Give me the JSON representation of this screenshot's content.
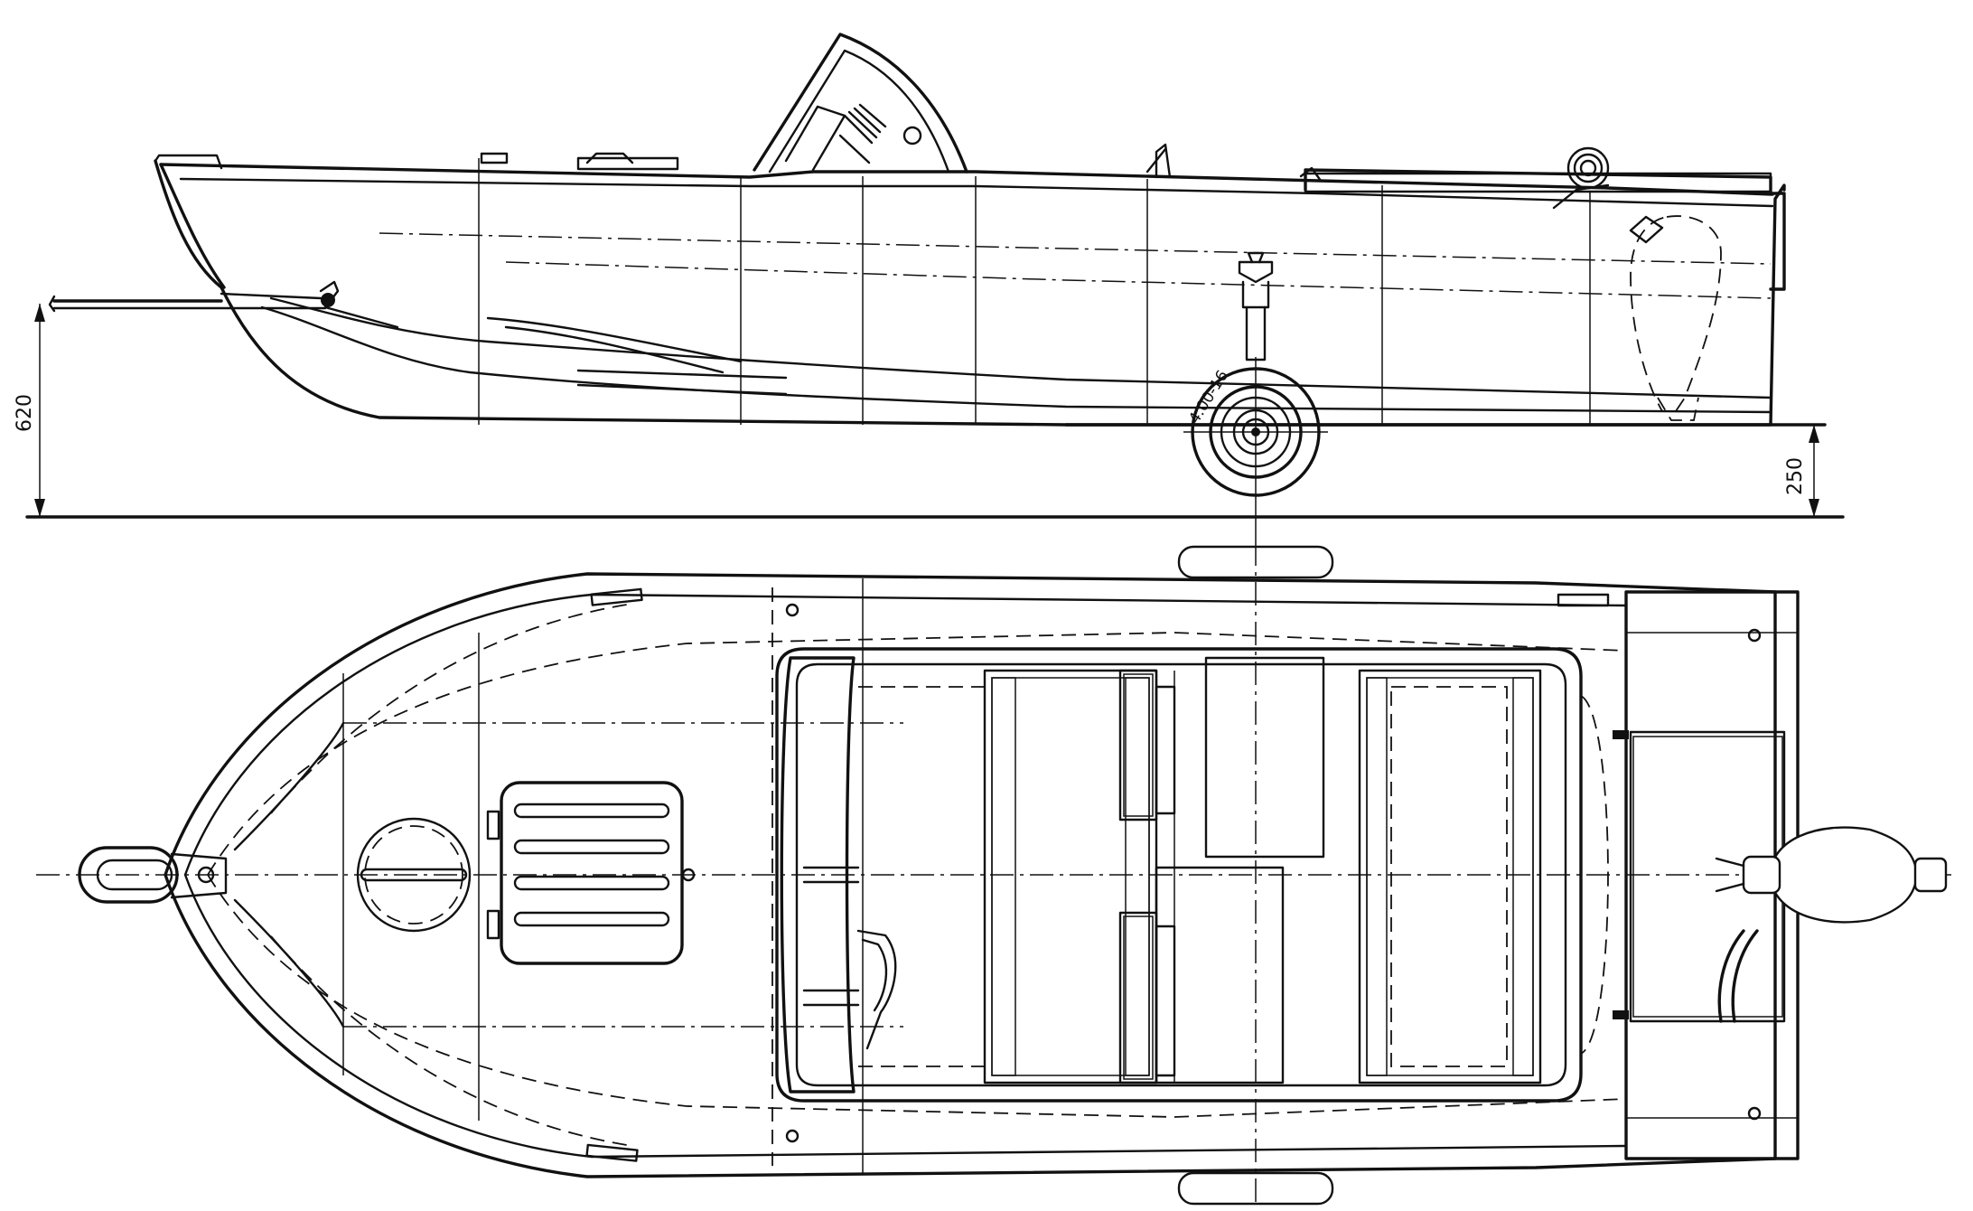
{
  "dimensions": {
    "overall_height": "620",
    "trailer_clearance": "250"
  },
  "labels": {
    "tire_size": "4.00-16"
  }
}
